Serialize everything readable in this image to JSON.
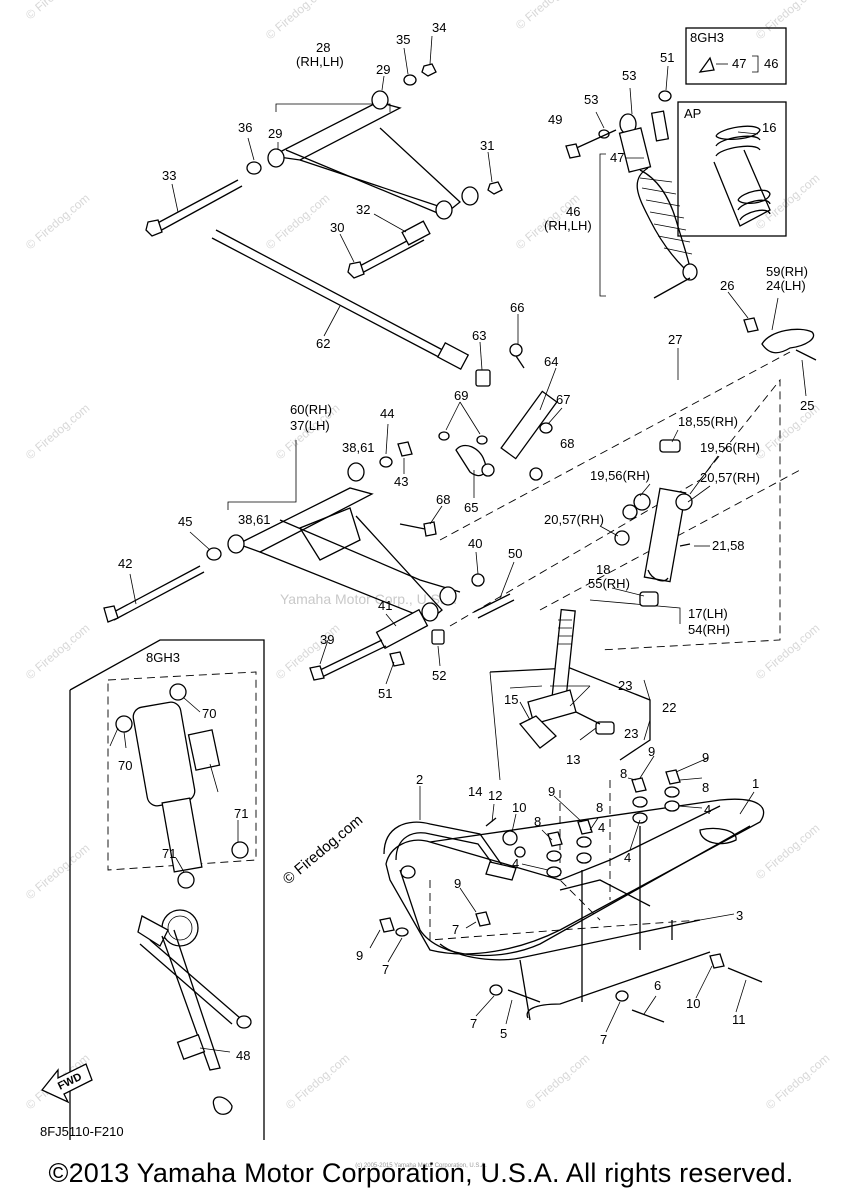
{
  "diagram_code": "8FJ5110-F210",
  "fwd_label": "FWD",
  "watermarks": {
    "firedog": "© Firedog.com",
    "center": "Yamaha Motor Corp., U.S.A.",
    "diagram_credit": "© Firedog.com"
  },
  "boxes": {
    "top_right_variant": "8GH3",
    "ap_box": "AP",
    "left_variant": "8GH3"
  },
  "callouts": [
    {
      "id": "c34",
      "text": "34"
    },
    {
      "id": "c35",
      "text": "35"
    },
    {
      "id": "c28",
      "text": "28"
    },
    {
      "id": "c28s",
      "text": "(RH,LH)"
    },
    {
      "id": "c29a",
      "text": "29"
    },
    {
      "id": "c29b",
      "text": "29"
    },
    {
      "id": "c36",
      "text": "36"
    },
    {
      "id": "c31",
      "text": "31"
    },
    {
      "id": "c33",
      "text": "33"
    },
    {
      "id": "c32",
      "text": "32"
    },
    {
      "id": "c30",
      "text": "30"
    },
    {
      "id": "c62",
      "text": "62"
    },
    {
      "id": "c51a",
      "text": "51"
    },
    {
      "id": "c53a",
      "text": "53"
    },
    {
      "id": "c53b",
      "text": "53"
    },
    {
      "id": "c49",
      "text": "49"
    },
    {
      "id": "c47a",
      "text": "47"
    },
    {
      "id": "c47b",
      "text": "47"
    },
    {
      "id": "c46a",
      "text": "46"
    },
    {
      "id": "c46b",
      "text": "46"
    },
    {
      "id": "c46bs",
      "text": "(RH,LH)"
    },
    {
      "id": "c16",
      "text": "16"
    },
    {
      "id": "c59",
      "text": "59(RH)"
    },
    {
      "id": "c24",
      "text": "24(LH)"
    },
    {
      "id": "c26",
      "text": "26"
    },
    {
      "id": "c25",
      "text": "25"
    },
    {
      "id": "c27",
      "text": "27"
    },
    {
      "id": "c66",
      "text": "66"
    },
    {
      "id": "c63",
      "text": "63"
    },
    {
      "id": "c64",
      "text": "64"
    },
    {
      "id": "c67",
      "text": "67"
    },
    {
      "id": "c68a",
      "text": "68"
    },
    {
      "id": "c68b",
      "text": "68"
    },
    {
      "id": "c69",
      "text": "69"
    },
    {
      "id": "c65",
      "text": "65"
    },
    {
      "id": "c60",
      "text": "60(RH)"
    },
    {
      "id": "c37",
      "text": "37(LH)"
    },
    {
      "id": "c44",
      "text": "44"
    },
    {
      "id": "c38a",
      "text": "38,61"
    },
    {
      "id": "c43",
      "text": "43"
    },
    {
      "id": "c38b",
      "text": "38,61"
    },
    {
      "id": "c45",
      "text": "45"
    },
    {
      "id": "c42",
      "text": "42"
    },
    {
      "id": "c40",
      "text": "40"
    },
    {
      "id": "c50",
      "text": "50"
    },
    {
      "id": "c41",
      "text": "41"
    },
    {
      "id": "c39",
      "text": "39"
    },
    {
      "id": "c51b",
      "text": "51"
    },
    {
      "id": "c52",
      "text": "52"
    },
    {
      "id": "c18a",
      "text": "18,55(RH)"
    },
    {
      "id": "c19a",
      "text": "19,56(RH)"
    },
    {
      "id": "c19b",
      "text": "19,56(RH)"
    },
    {
      "id": "c20a",
      "text": "20,57(RH)"
    },
    {
      "id": "c20b",
      "text": "20,57(RH)"
    },
    {
      "id": "c21",
      "text": "21,58"
    },
    {
      "id": "c18b",
      "text": "18"
    },
    {
      "id": "c55",
      "text": "55(RH)"
    },
    {
      "id": "c17",
      "text": "17(LH)"
    },
    {
      "id": "c54",
      "text": "54(RH)"
    },
    {
      "id": "c23a",
      "text": "23"
    },
    {
      "id": "c23b",
      "text": "23"
    },
    {
      "id": "c22",
      "text": "22"
    },
    {
      "id": "c15",
      "text": "15"
    },
    {
      "id": "c13",
      "text": "13"
    },
    {
      "id": "c70a",
      "text": "70"
    },
    {
      "id": "c70b",
      "text": "70"
    },
    {
      "id": "c71a",
      "text": "71"
    },
    {
      "id": "c71b",
      "text": "71"
    },
    {
      "id": "c48",
      "text": "48"
    },
    {
      "id": "c1",
      "text": "1"
    },
    {
      "id": "c2",
      "text": "2"
    },
    {
      "id": "c3",
      "text": "3"
    },
    {
      "id": "c4a",
      "text": "4"
    },
    {
      "id": "c4b",
      "text": "4"
    },
    {
      "id": "c4c",
      "text": "4"
    },
    {
      "id": "c4d",
      "text": "4"
    },
    {
      "id": "c5",
      "text": "5"
    },
    {
      "id": "c6",
      "text": "6"
    },
    {
      "id": "c7a",
      "text": "7"
    },
    {
      "id": "c7b",
      "text": "7"
    },
    {
      "id": "c7c",
      "text": "7"
    },
    {
      "id": "c7d",
      "text": "7"
    },
    {
      "id": "c8a",
      "text": "8"
    },
    {
      "id": "c8b",
      "text": "8"
    },
    {
      "id": "c8c",
      "text": "8"
    },
    {
      "id": "c8d",
      "text": "8"
    },
    {
      "id": "c9a",
      "text": "9"
    },
    {
      "id": "c9b",
      "text": "9"
    },
    {
      "id": "c9c",
      "text": "9"
    },
    {
      "id": "c9d",
      "text": "9"
    },
    {
      "id": "c9e",
      "text": "9"
    },
    {
      "id": "c10a",
      "text": "10"
    },
    {
      "id": "c10b",
      "text": "10"
    },
    {
      "id": "c11",
      "text": "11"
    },
    {
      "id": "c12",
      "text": "12"
    },
    {
      "id": "c14",
      "text": "14"
    }
  ],
  "footer": {
    "copyright": "©2013 Yamaha Motor Corporation, U.S.A. All rights reserved.",
    "small_print": "(c) 2005-2015 Yamaha Motor Corporation, U.S.A."
  }
}
